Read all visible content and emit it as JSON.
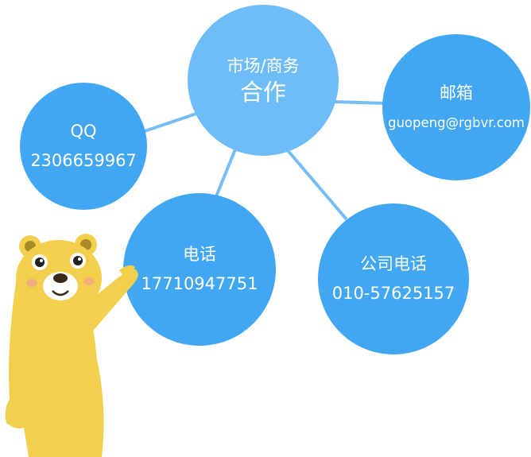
{
  "center": {
    "line1": "市场/商务",
    "line2": "合作"
  },
  "nodes": {
    "qq": {
      "label": "QQ",
      "value": "2306659967"
    },
    "email": {
      "label": "邮箱",
      "value": "guopeng@rgbvr.com"
    },
    "phone": {
      "label": "电话",
      "value": "17710947751"
    },
    "office": {
      "label": "公司电话",
      "value": "010-57625157"
    }
  },
  "colors": {
    "center": "#6fbdf8",
    "node": "#41a7f2",
    "connector": "#76bdf4",
    "bear": "#f2cf4c"
  },
  "icons": {
    "mascot": "yellow-bear-pointing"
  }
}
